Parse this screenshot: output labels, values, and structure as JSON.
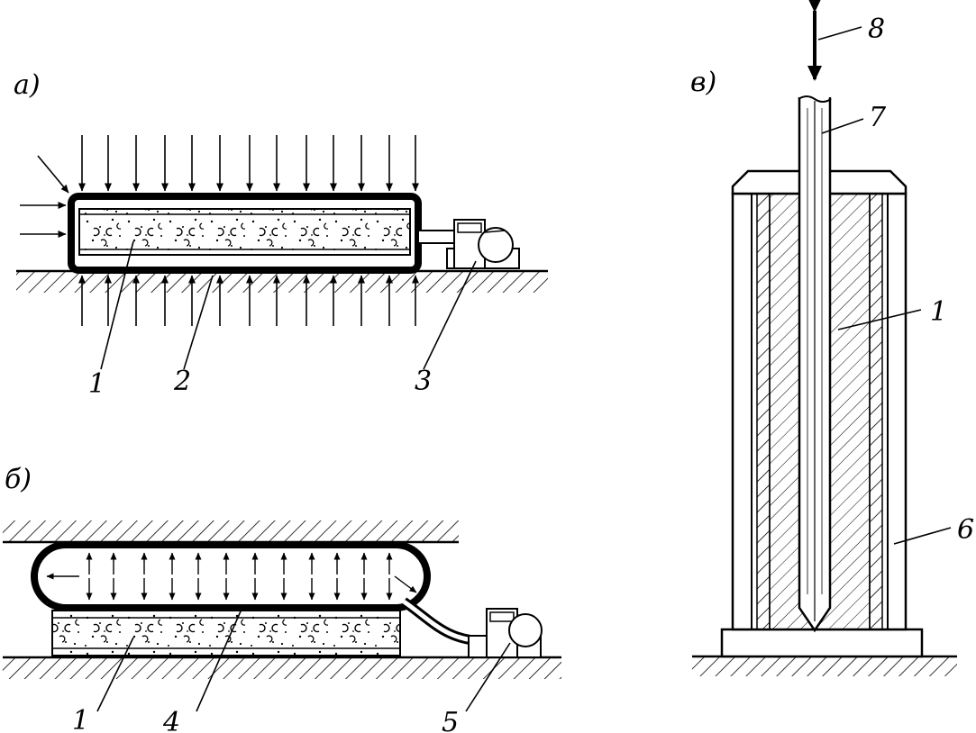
{
  "panels": {
    "a": {
      "label": "а)",
      "callouts": [
        "1",
        "2",
        "3"
      ]
    },
    "b": {
      "label": "б)",
      "callouts": [
        "1",
        "4",
        "5"
      ]
    },
    "v": {
      "label": "в)",
      "callouts": [
        "8",
        "7",
        "1",
        "6"
      ]
    }
  },
  "colors": {
    "ink": "#000000",
    "paper": "#ffffff"
  }
}
